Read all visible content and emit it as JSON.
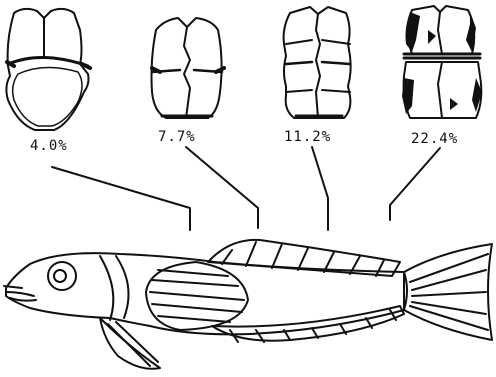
{
  "figure": {
    "labels": [
      "4.0%",
      "7.7%",
      "11.2%",
      "22.4%"
    ]
  }
}
